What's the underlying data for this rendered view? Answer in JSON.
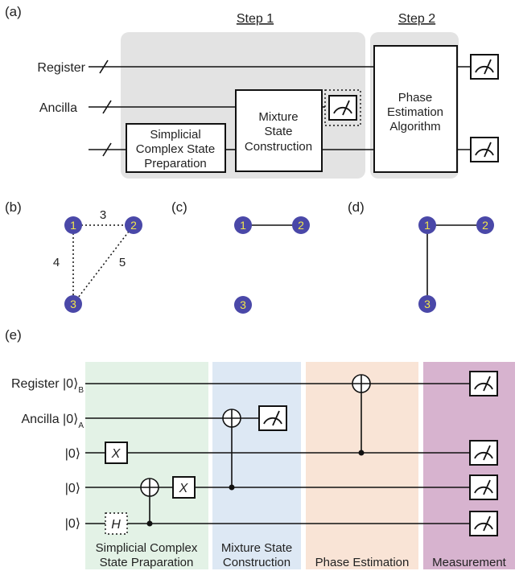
{
  "panel_a": {
    "label": "(a)",
    "step1": "Step 1",
    "step2": "Step 2",
    "register": "Register",
    "ancilla": "Ancilla",
    "prep_box": [
      "Simplicial",
      "Complex State",
      "Preparation"
    ],
    "mix_box": [
      "Mixture",
      "State",
      "Construction"
    ],
    "phase_box": [
      "Phase",
      "Estimation",
      "Algorithm"
    ]
  },
  "panel_b": {
    "label": "(b)",
    "nodes": [
      "1",
      "2",
      "3"
    ],
    "edge_labels": [
      "3",
      "4",
      "5"
    ]
  },
  "panel_c": {
    "label": "(c)",
    "nodes": [
      "1",
      "2",
      "3"
    ]
  },
  "panel_d": {
    "label": "(d)",
    "nodes": [
      "1",
      "2",
      "3"
    ]
  },
  "panel_e": {
    "label": "(e)",
    "register": "Register |0⟩",
    "register_sub": "B",
    "ancilla": "Ancilla |0⟩",
    "ancilla_sub": "A",
    "ket0": "|0⟩",
    "gate_x": "X",
    "gate_h": "H",
    "section_prep": [
      "Simplicial Complex",
      "State Praparation"
    ],
    "section_mix": [
      "Mixture State",
      "Construction"
    ],
    "section_phase": "Phase Estimation",
    "section_meas": "Measurement"
  },
  "colors": {
    "step_bg": "#e3e3e3",
    "node_fill": "#4a48a8",
    "node_text": "#f2e64a",
    "prep_bg": "#e3f2e6",
    "mix_bg": "#dde8f4",
    "phase_bg": "#f9e4d6",
    "meas_bg": "#d7b3cf"
  }
}
